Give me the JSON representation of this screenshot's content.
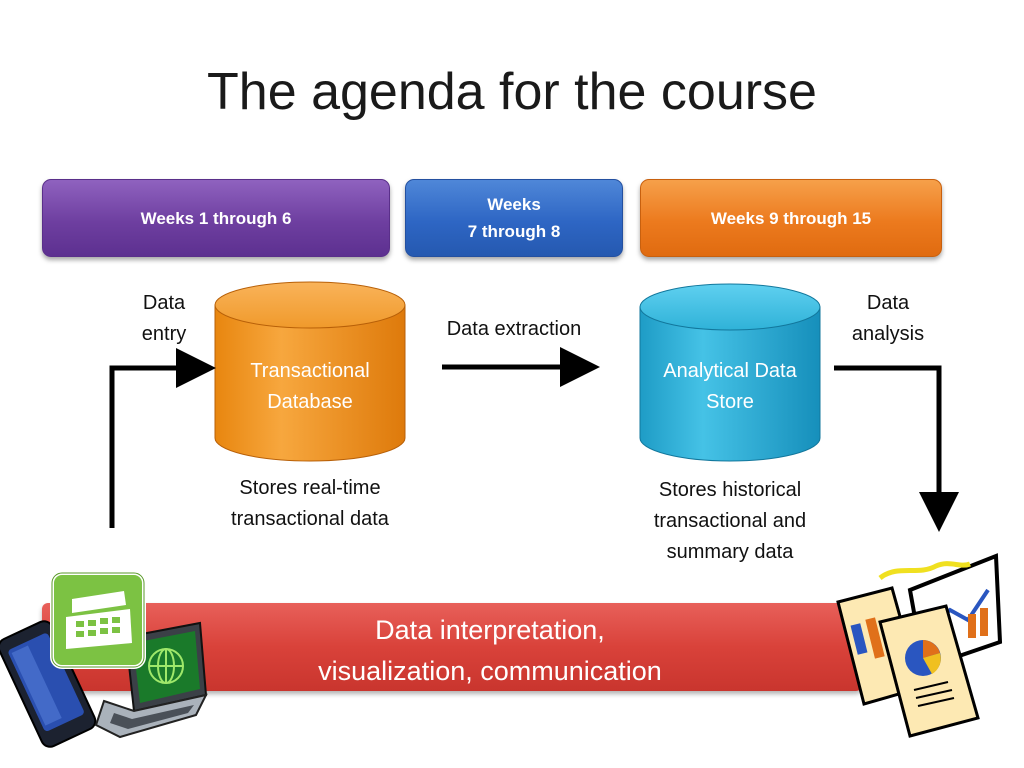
{
  "slide": {
    "title": "The agenda for the course"
  },
  "phases": [
    {
      "line1": "Weeks 1 through 6",
      "line2": ""
    },
    {
      "line1": "Weeks",
      "line2": "7 through 8"
    },
    {
      "line1": "Weeks 9 through 15",
      "line2": ""
    }
  ],
  "flow": {
    "data_entry": [
      "Data",
      "entry"
    ],
    "data_extraction": "Data extraction",
    "data_analysis": [
      "Data",
      "analysis"
    ]
  },
  "stores": {
    "transactional": {
      "name": [
        "Transactional",
        "Database"
      ],
      "caption": [
        "Stores real-time",
        "transactional data"
      ]
    },
    "analytical": {
      "name": [
        "Analytical Data",
        "Store"
      ],
      "caption": [
        "Stores historical",
        "transactional and",
        "summary data"
      ]
    }
  },
  "banner": {
    "line1": "Data interpretation,",
    "line2": "visualization, communication"
  },
  "colors": {
    "purple": "#6e3fa0",
    "blue": "#2e66c4",
    "orange": "#ec7a1e",
    "cylinder_orange": "#f09a2c",
    "cylinder_blue": "#2fb2d8",
    "banner_red": "#d9423a"
  },
  "icons": [
    "cash-register-icon",
    "smartphone-icon",
    "laptop-icon",
    "reports-icon"
  ]
}
